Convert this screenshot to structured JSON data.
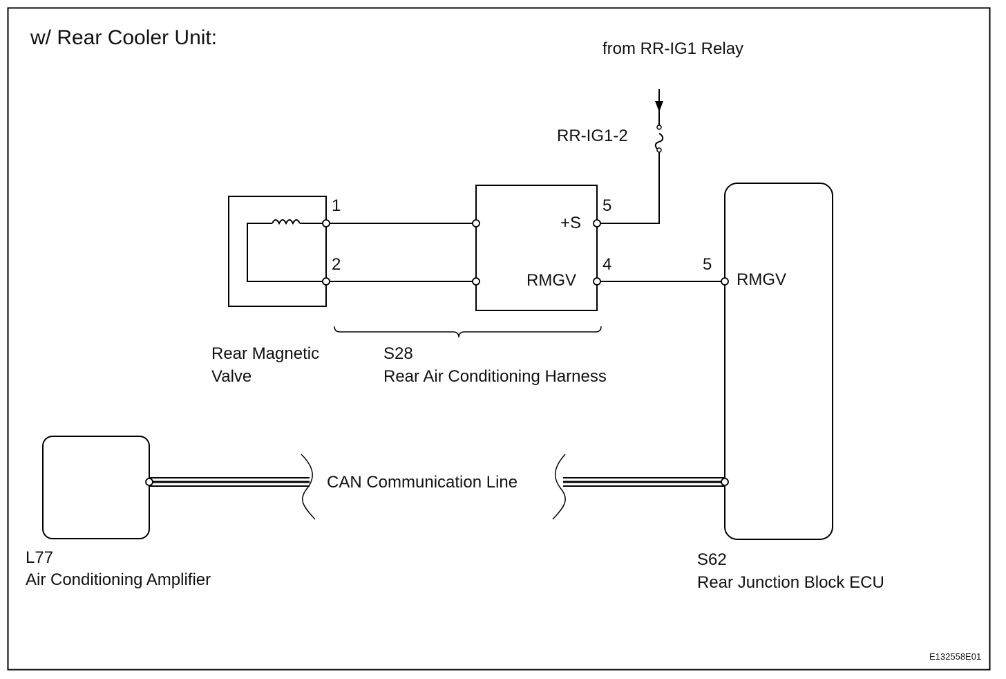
{
  "title": "w/ Rear Cooler Unit:",
  "source": {
    "label": "from RR-IG1 Relay"
  },
  "fuse": {
    "label": "RR-IG1-2"
  },
  "valve": {
    "name": "Rear Magnetic",
    "name2": "Valve",
    "pin1": "1",
    "pin2": "2"
  },
  "harness": {
    "code": "S28",
    "name": "Rear Air Conditioning Harness",
    "pin_s": "5",
    "pin_s_label": "+S",
    "pin_rmgv": "4",
    "pin_rmgv_label": "RMGV"
  },
  "ecu": {
    "code": "S62",
    "name": "Rear Junction Block ECU",
    "pin": "5",
    "pin_label": "RMGV"
  },
  "amplifier": {
    "code": "L77",
    "name": "Air Conditioning  Amplifier"
  },
  "can_line": {
    "label": "CAN Communication Line"
  },
  "figure_code": "E132558E01"
}
